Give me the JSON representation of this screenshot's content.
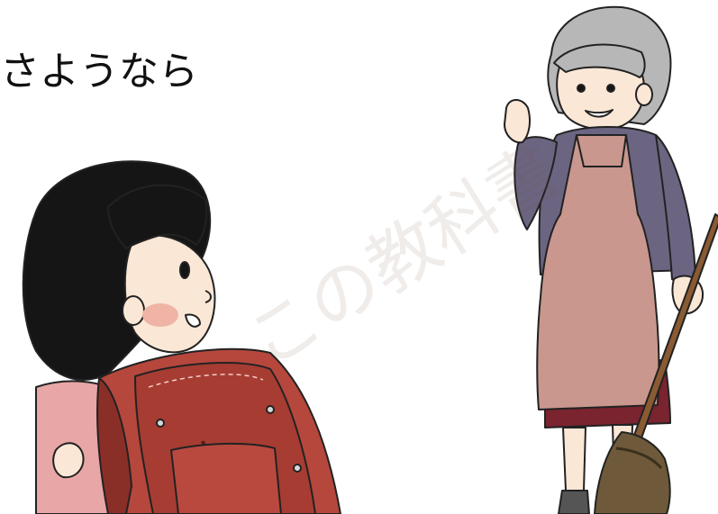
{
  "greeting": "さようなら",
  "colors": {
    "hair_black": "#151515",
    "hair_gray": "#b7b7b7",
    "skin": "#fbe7d6",
    "cheek": "#efb4a6",
    "randoseru": "#b6473d",
    "randoseru_dark": "#8a2f28",
    "shirt_pink": "#e8a6a6",
    "sweater_purple": "#6b6582",
    "apron": "#c9978e",
    "skirt": "#7a2430",
    "broom_handle": "#8a5a33",
    "broom_head": "#6e5a3a"
  },
  "icons": {
    "child": "schoolchild-figure",
    "grandmother": "grandmother-figure",
    "bag": "randoseru-backpack",
    "broom": "broom"
  }
}
